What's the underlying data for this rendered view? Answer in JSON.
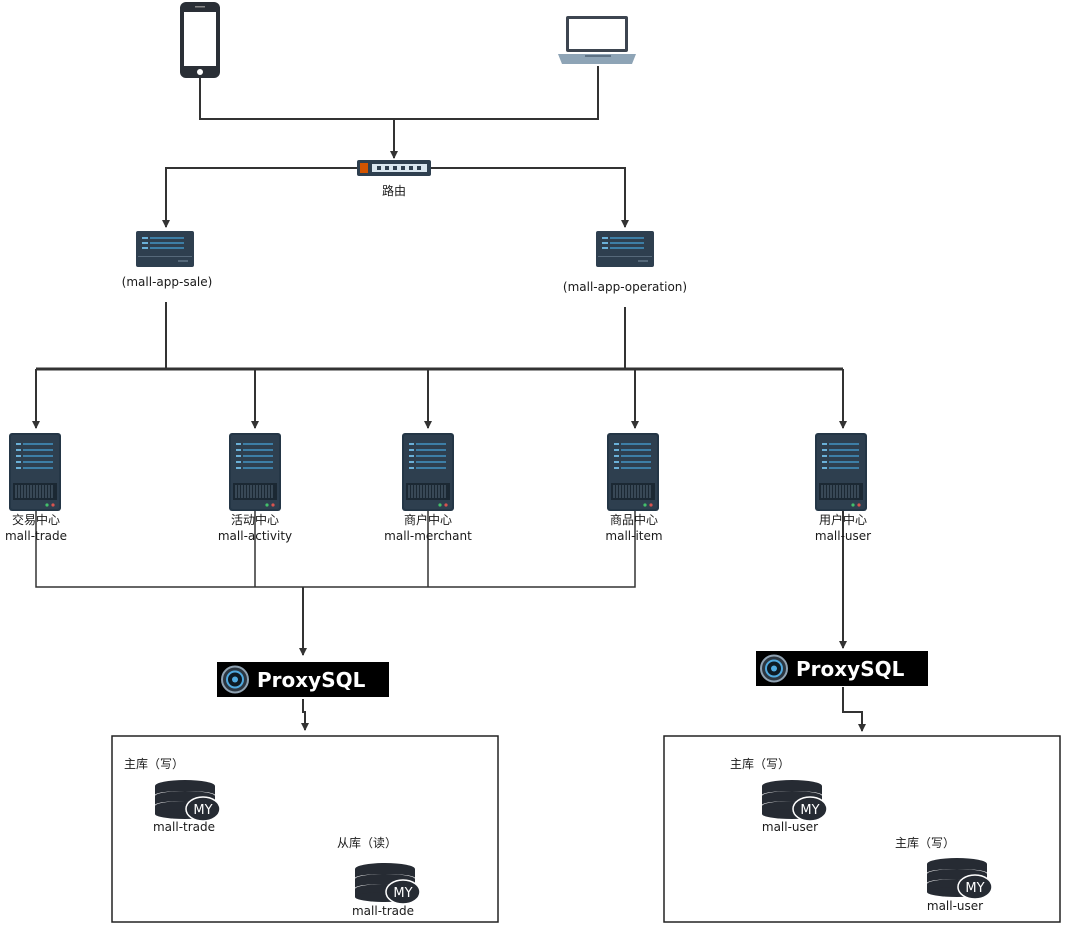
{
  "router": {
    "label": "路由"
  },
  "apps": [
    {
      "label": "(mall-app-sale)"
    },
    {
      "label": "(mall-app-operation)"
    }
  ],
  "services": [
    {
      "name_cn": "交易中心",
      "name": "mall-trade"
    },
    {
      "name_cn": "活动中心",
      "name": "mall-activity"
    },
    {
      "name_cn": "商户中心",
      "name": "mall-merchant"
    },
    {
      "name_cn": "商品中心",
      "name": "mall-item"
    },
    {
      "name_cn": "用户中心",
      "name": "mall-user"
    }
  ],
  "proxies": [
    {
      "label": "ProxySQL"
    },
    {
      "label": "ProxySQL"
    }
  ],
  "clusters": [
    {
      "databases": [
        {
          "role": "主库（写）",
          "name": "mall-trade",
          "badge": "MY"
        },
        {
          "role": "从库（读）",
          "name": "mall-trade",
          "badge": "MY"
        }
      ]
    },
    {
      "databases": [
        {
          "role": "主库（写）",
          "name": "mall-user",
          "badge": "MY"
        },
        {
          "role": "主库（写）",
          "name": "mall-user",
          "badge": "MY"
        }
      ]
    }
  ],
  "colors": {
    "line": "#333333",
    "server": "#2e3f4f",
    "server_stripe": "#3d7ea6",
    "proxy_bg": "#000000"
  }
}
